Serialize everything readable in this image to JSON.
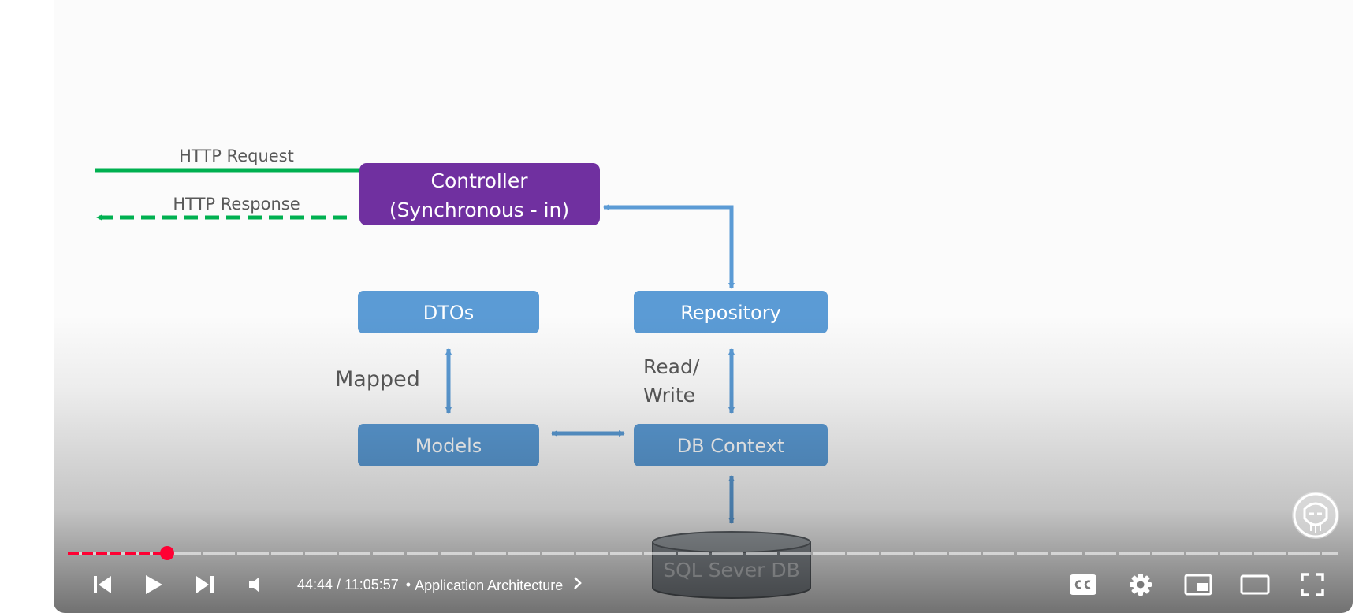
{
  "diagram": {
    "http_request": "HTTP Request",
    "http_response": "HTTP Response",
    "controller": {
      "line1": "Controller",
      "line2": "(Synchronous - in)"
    },
    "dtos": "DTOs",
    "repository": "Repository",
    "mapped": "Mapped",
    "read_write": {
      "line1": "Read/",
      "line2": "Write"
    },
    "models": "Models",
    "db_context": "DB Context",
    "database": "SQL Sever DB",
    "colors": {
      "controller_fill": "#7030a0",
      "box_fill": "#5b9bd5",
      "arrow_blue": "#5b9bd5",
      "arrow_green": "#00b050",
      "db_fill": "#8c9298"
    }
  },
  "player": {
    "current_time": "44:44",
    "time_separator": "/",
    "duration": "11:05:57",
    "chapter_separator": "•",
    "chapter_title": "Application Architecture",
    "progress_fraction": 0.078,
    "accent_color": "#ff0033",
    "icons": {
      "previous": "skip-previous-icon",
      "play": "play-icon",
      "next": "skip-next-icon",
      "volume": "volume-icon",
      "chapter_arrow": "chevron-right-icon",
      "captions": "closed-captions-icon",
      "settings": "gear-icon",
      "miniplayer": "miniplayer-icon",
      "theater": "theater-mode-icon",
      "fullscreen": "fullscreen-icon"
    }
  }
}
